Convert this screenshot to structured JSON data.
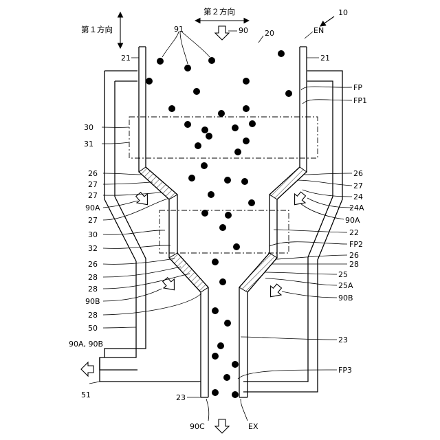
{
  "labels": {
    "dir1": "第１方向",
    "dir2": "第２方向",
    "fig_ref": "10",
    "particles": "91",
    "inflow": "90",
    "chamber": "20",
    "entrance": "EN",
    "outer_top_left": "21",
    "outer_top_right": "21",
    "fp": "FP",
    "fp1": "FP1",
    "l30_top": "30",
    "l31": "31",
    "l26_left_top": "26",
    "l27_left_a": "27",
    "l27_left_b": "27",
    "l90a_left": "90A",
    "l27_left_c": "27",
    "l30_mid": "30",
    "l32": "32",
    "l26_left_mid": "26",
    "l28_left_a": "28",
    "l28_left_b": "28",
    "l90b_left": "90B",
    "l28_left_c": "28",
    "l50": "50",
    "outlet_flow": "90A, 90B",
    "l51": "51",
    "l23_bottom": "23",
    "l90c": "90C",
    "ex": "EX",
    "l26_right_top": "26",
    "l27_right": "27",
    "l24": "24",
    "l24a": "24A",
    "l90a_right": "90A",
    "l22": "22",
    "fp2": "FP2",
    "l26_right_mid": "26",
    "l28_right": "28",
    "l25": "25",
    "l25a": "25A",
    "l90b_right": "90B",
    "l23_right": "23",
    "fp3": "FP3"
  },
  "colors": {
    "line": "#000000",
    "wall_fill": "#ffffff",
    "hatch": "#555555",
    "particle": "#000000"
  },
  "icons": {
    "flow_arrow": "hollow-block-arrow",
    "direction_arrow": "double-headed-arrow"
  }
}
